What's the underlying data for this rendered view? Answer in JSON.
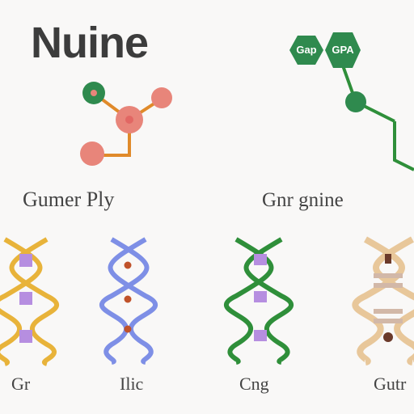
{
  "title": "Nuine",
  "label_left": "Gumer Ply",
  "label_right": "Gnr gnine",
  "captions": [
    "Gr",
    "Ilic",
    "Cng",
    "Gutr"
  ],
  "badges": [
    "Gap",
    "GPA"
  ],
  "colors": {
    "orange": "#e08a2a",
    "green_dark": "#2f8a4e",
    "salmon": "#e8857a",
    "yellow": "#e8b33a",
    "purple": "#b68ee0",
    "blue": "#7e8fe6",
    "brown_dot": "#c0522a",
    "green": "#2f8f3a",
    "tan": "#e8c79a",
    "stripe": "#d2b8a8",
    "dark_brown": "#6b3a2a"
  }
}
